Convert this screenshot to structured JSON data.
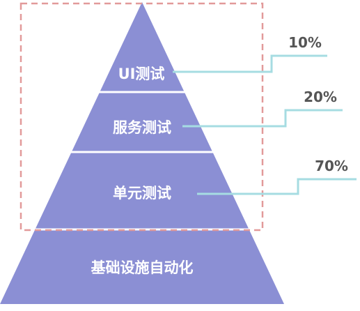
{
  "pyramid": {
    "tiers": [
      {
        "label": "UI测试",
        "percent": "10%"
      },
      {
        "label": "服务测试",
        "percent": "20%"
      },
      {
        "label": "单元测试",
        "percent": "70%"
      },
      {
        "label": "基础设施自动化"
      }
    ]
  },
  "colors": {
    "pyramid_fill": "#8b8fd4",
    "divider": "#ffffff",
    "callout_line": "#a6dce2",
    "dashed_box": "#e29a9a",
    "percent_text": "#555555"
  }
}
